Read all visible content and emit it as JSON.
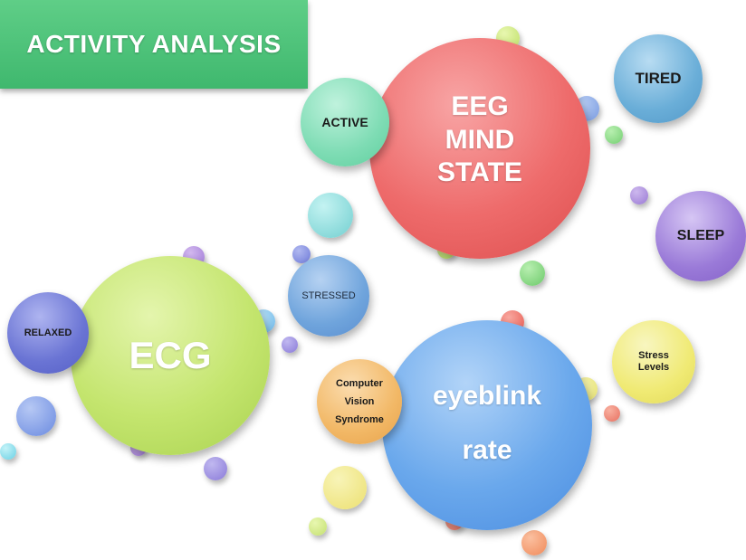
{
  "title": "ACTIVITY ANALYSIS",
  "nodes": {
    "eeg": {
      "line1": "EEG",
      "line2": "MIND",
      "line3": "STATE"
    },
    "ecg": {
      "label": "ECG"
    },
    "eyeblink": {
      "line1": "eyeblink",
      "line2": "rate"
    },
    "active": {
      "label": "ACTIVE"
    },
    "tired": {
      "label": "TIRED"
    },
    "sleep": {
      "label": "SLEEP"
    },
    "stressed": {
      "label": "STRESSED"
    },
    "relaxed": {
      "label": "RELAXED"
    },
    "stress_levels": {
      "line1": "Stress",
      "line2": "Levels"
    },
    "cvs": {
      "line1": "Computer",
      "line2": "Vision",
      "line3": "Syndrome"
    }
  },
  "colors": {
    "banner": "#4cc37b",
    "eeg": "#ee6b6b",
    "ecg": "#bfe06a",
    "eyeblink": "#5a9ee8",
    "active": "#7edcb4",
    "tired": "#6aaed8",
    "sleep": "#9a7ad8",
    "stressed": "#6fa4dc",
    "relaxed": "#6a74d4",
    "stress_levels": "#f0ea74",
    "cvs": "#f2b866"
  }
}
